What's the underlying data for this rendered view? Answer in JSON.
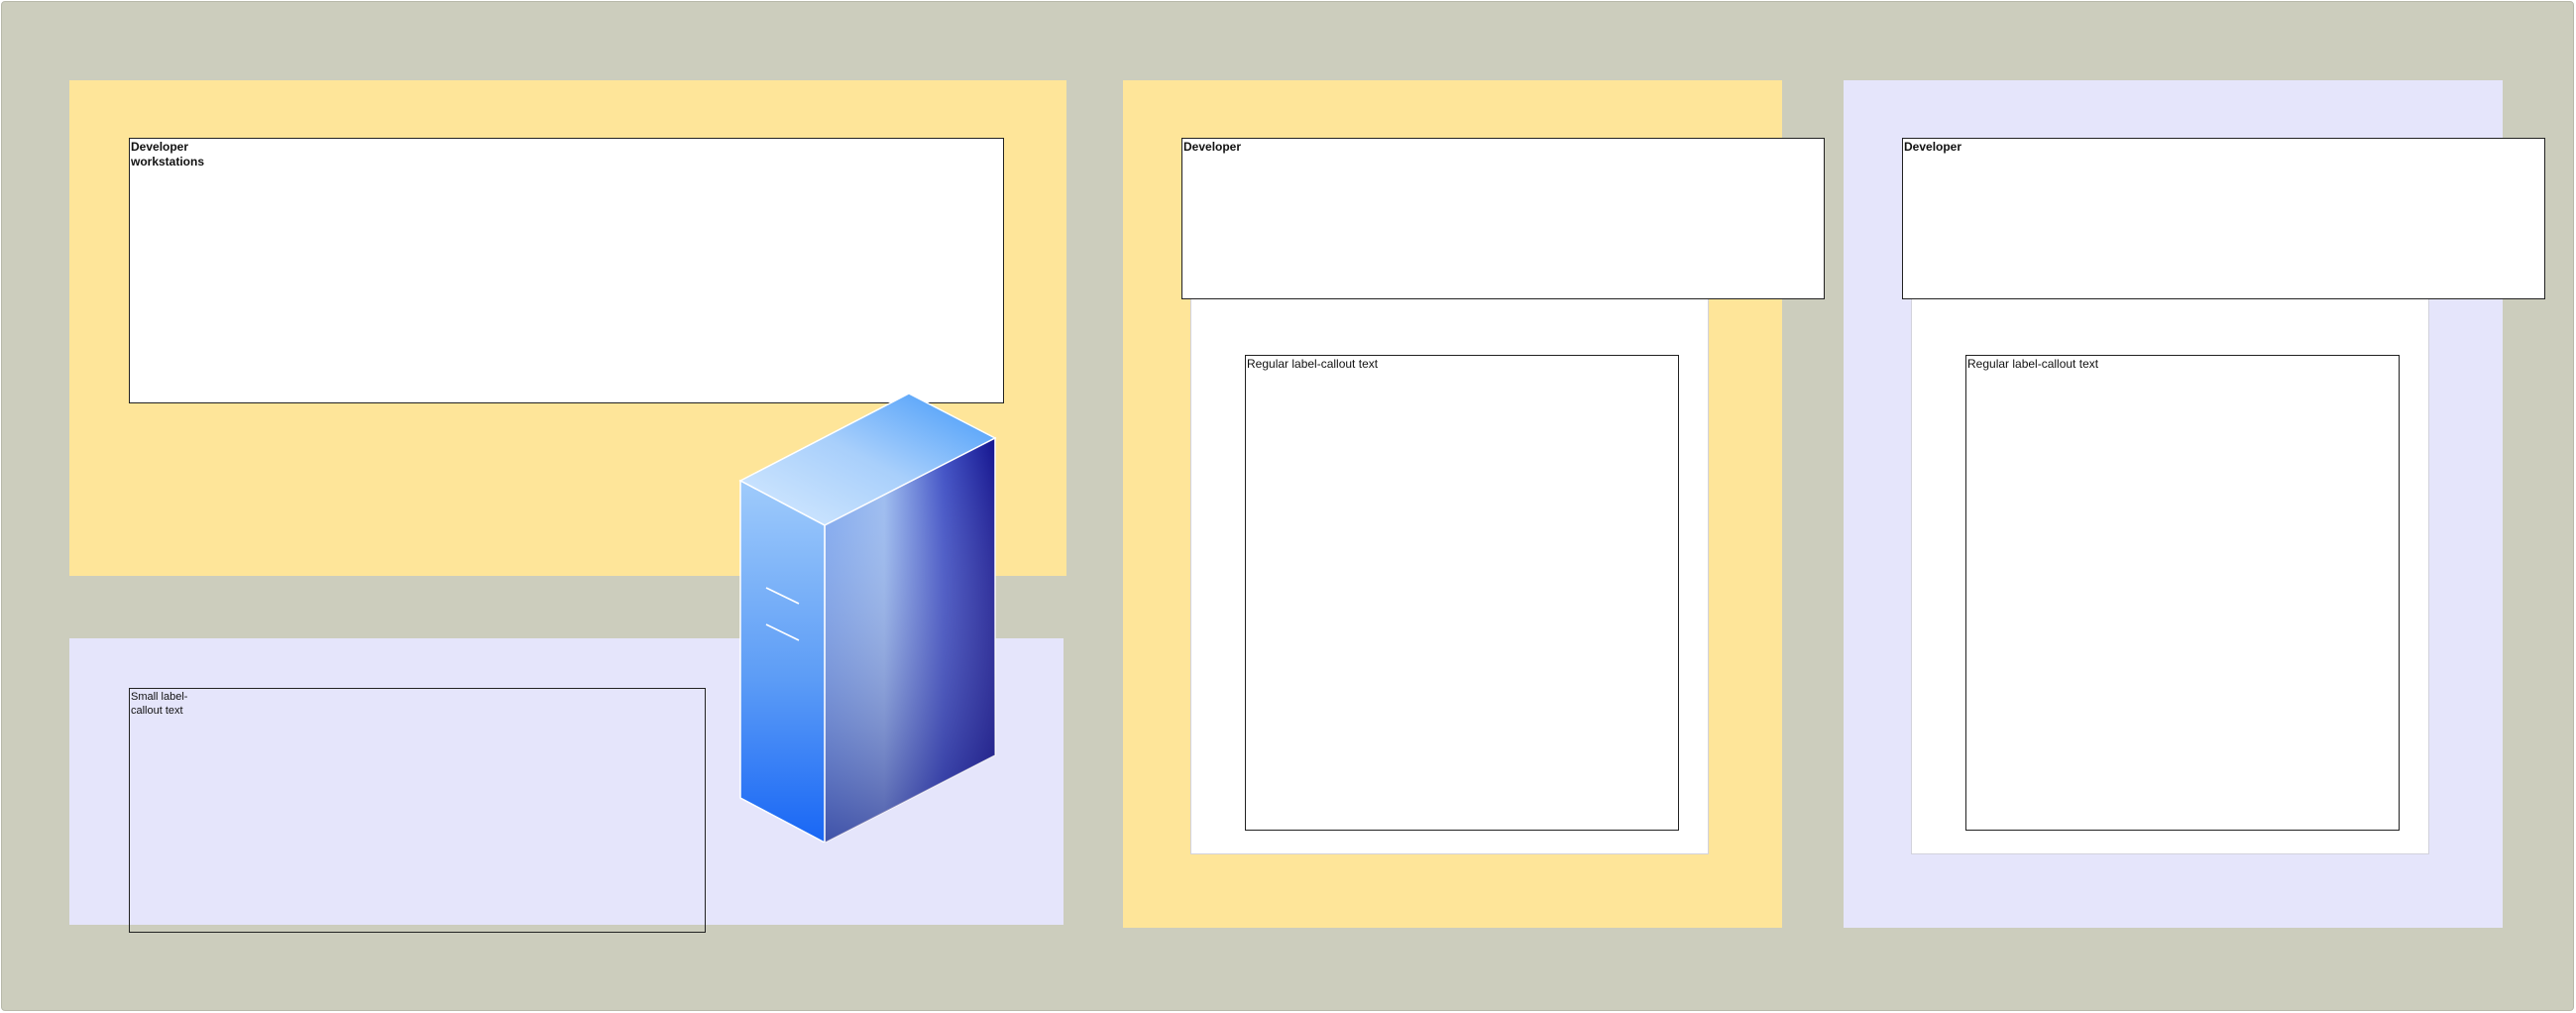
{
  "labels": {
    "dev_workstations": "Developer\nworkstations",
    "small_callout": "Small label-\ncallout text",
    "developer_1": "Developer",
    "developer_2": "Developer",
    "regular_callout_1": "Regular label-callout text",
    "regular_callout_2": "Regular label-callout text"
  },
  "icons": {
    "server": "server-tower-icon"
  },
  "colors": {
    "background": "#cccdbd",
    "panel_yellow": "#fee599",
    "panel_lavender": "#e5e5fb",
    "server_blue_light": "#a9d0fa",
    "server_blue_dark": "#1a1a99"
  }
}
